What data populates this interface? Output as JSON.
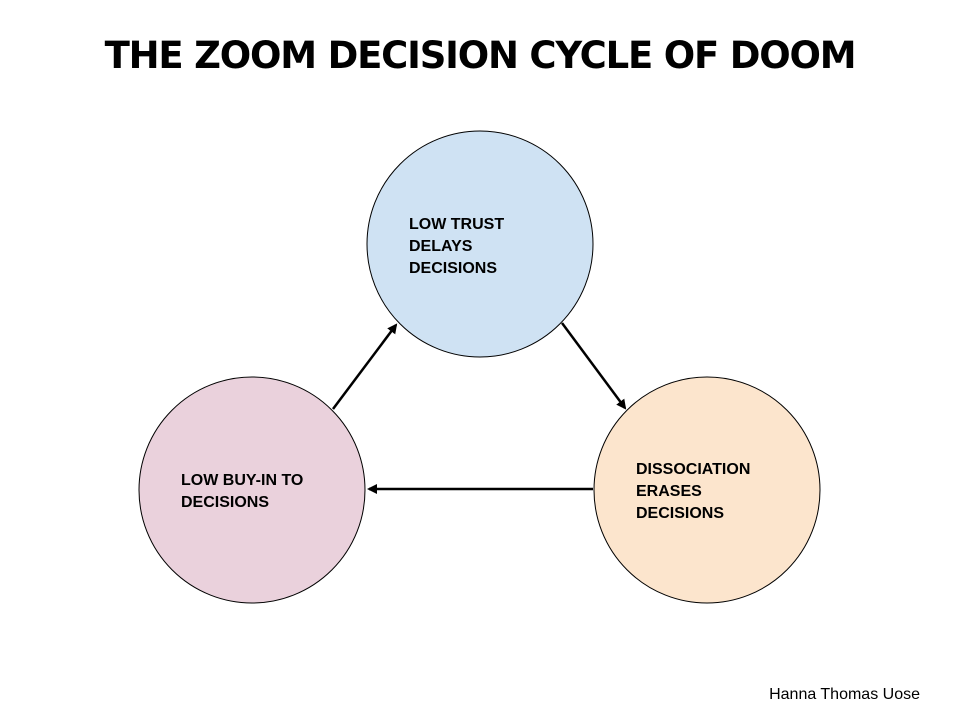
{
  "title": "THE ZOOM DECISION CYCLE OF DOOM",
  "nodes": [
    {
      "id": "low-trust",
      "lines": [
        "LOW TRUST",
        "DELAYS",
        "DECISIONS"
      ],
      "fill": "#cfe2f3"
    },
    {
      "id": "dissociation",
      "lines": [
        "DISSOCIATION",
        "ERASES",
        "DECISIONS"
      ],
      "fill": "#fce5cd"
    },
    {
      "id": "low-buy-in",
      "lines": [
        "LOW BUY-IN TO",
        "DECISIONS"
      ],
      "fill": "#ead1dc"
    }
  ],
  "edges": [
    {
      "from": "low-trust",
      "to": "dissociation"
    },
    {
      "from": "dissociation",
      "to": "low-buy-in"
    },
    {
      "from": "low-buy-in",
      "to": "low-trust"
    }
  ],
  "credit": "Hanna Thomas Uose",
  "colors": {
    "stroke": "#000000",
    "background": "#ffffff"
  }
}
